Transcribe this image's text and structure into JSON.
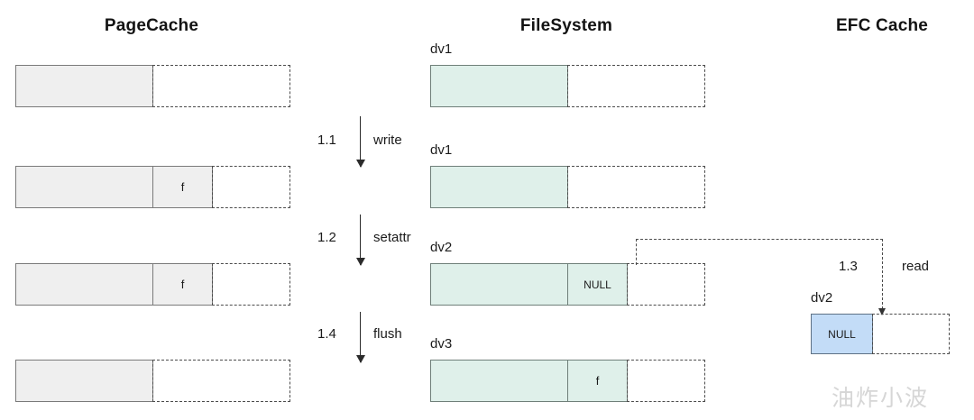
{
  "columns": [
    {
      "title": "PageCache"
    },
    {
      "title": "FileSystem"
    },
    {
      "title": "EFC Cache"
    }
  ],
  "pagecache": {
    "rows": [
      {
        "cell_label": ""
      },
      {
        "cell_label": "f"
      },
      {
        "cell_label": "f"
      },
      {
        "cell_label": ""
      }
    ]
  },
  "filesystem": {
    "rows": [
      {
        "version": "dv1",
        "cell_label": ""
      },
      {
        "version": "dv1",
        "cell_label": ""
      },
      {
        "version": "dv2",
        "cell_label": "NULL"
      },
      {
        "version": "dv3",
        "cell_label": "f"
      }
    ]
  },
  "efc_cache": {
    "version": "dv2",
    "cell_label": "NULL"
  },
  "steps": [
    {
      "num": "1.1",
      "op": "write"
    },
    {
      "num": "1.2",
      "op": "setattr"
    },
    {
      "num": "1.4",
      "op": "flush"
    }
  ],
  "read_step": {
    "num": "1.3",
    "op": "read"
  },
  "watermark": "油炸小波",
  "colors": {
    "pagecache_fill": "#efefef",
    "filesystem_fill": "#dff0ea",
    "efc_fill": "#c3dcf7",
    "solid_border": "#7a7a7a",
    "dashed_border": "#4c4c4c",
    "text": "#1b1b1b"
  }
}
